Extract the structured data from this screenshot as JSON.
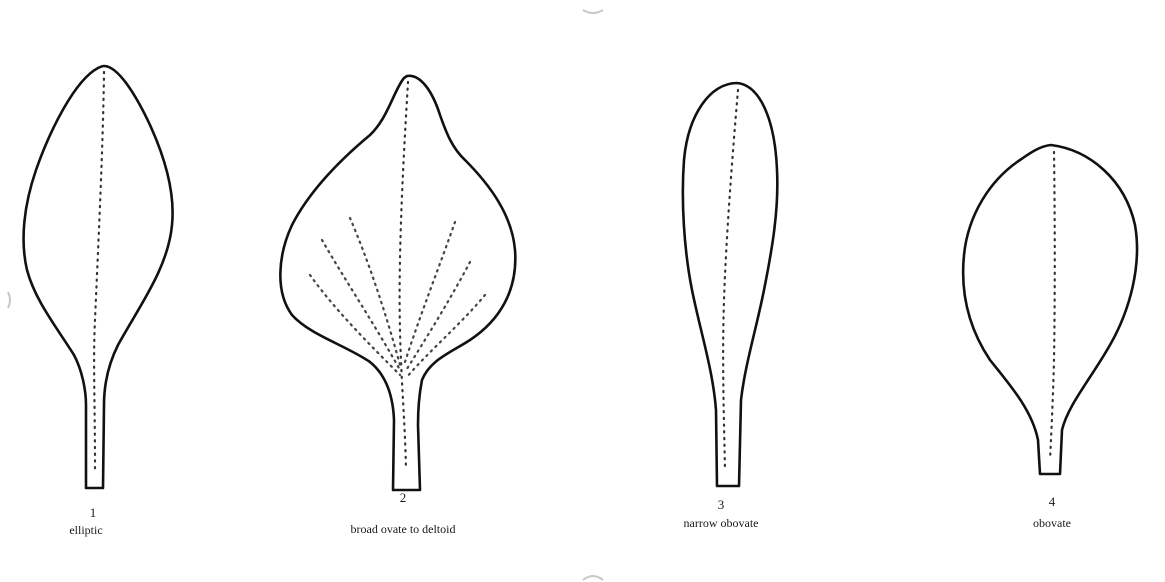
{
  "leaves": [
    {
      "number": "1",
      "label": "elliptic",
      "shape": "elliptic"
    },
    {
      "number": "2",
      "label": "broad ovate to deltoid",
      "shape": "broad-ovate-to-deltoid"
    },
    {
      "number": "3",
      "label": "narrow obovate",
      "shape": "narrow-obovate"
    },
    {
      "number": "4",
      "label": "obovate",
      "shape": "obovate"
    }
  ]
}
